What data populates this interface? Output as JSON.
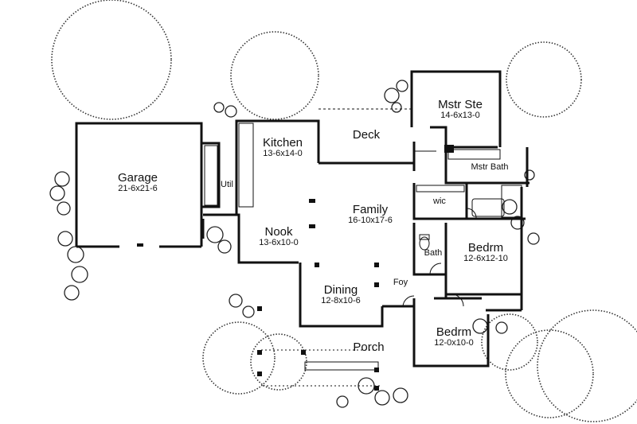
{
  "rooms": {
    "garage": {
      "name": "Garage",
      "dims": "21-6x21-6"
    },
    "kitchen": {
      "name": "Kitchen",
      "dims": "13-6x14-0"
    },
    "util": {
      "name": "Util"
    },
    "deck": {
      "name": "Deck"
    },
    "mstr_ste": {
      "name": "Mstr Ste",
      "dims": "14-6x13-0"
    },
    "mstr_bath": {
      "name": "Mstr Bath"
    },
    "wic": {
      "name": "wic"
    },
    "family": {
      "name": "Family",
      "dims": "16-10x17-6"
    },
    "nook": {
      "name": "Nook",
      "dims": "13-6x10-0"
    },
    "bath": {
      "name": "Bath"
    },
    "bedrm1": {
      "name": "Bedrm",
      "dims": "12-6x12-10"
    },
    "foy": {
      "name": "Foy"
    },
    "dining": {
      "name": "Dining",
      "dims": "12-8x10-6"
    },
    "porch": {
      "name": "Porch"
    },
    "bedrm2": {
      "name": "Bedrm",
      "dims": "12-0x10-0"
    }
  },
  "colors": {
    "line": "#111111",
    "tree": "#333333",
    "background": "#ffffff"
  }
}
